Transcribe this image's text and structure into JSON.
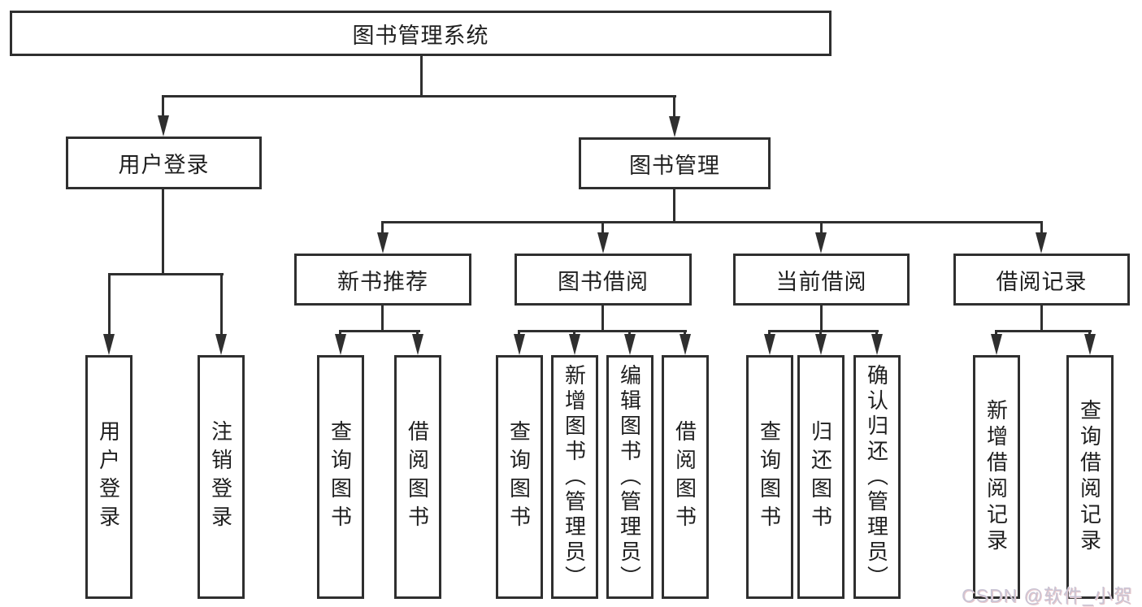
{
  "diagram": {
    "title": "图书管理系统",
    "branches": [
      {
        "label": "用户登录",
        "children": [
          {
            "label": "用户登录"
          },
          {
            "label": "注销登录"
          }
        ]
      },
      {
        "label": "图书管理",
        "children": [
          {
            "label": "新书推荐",
            "children": [
              {
                "label": "查询图书"
              },
              {
                "label": "借阅图书"
              }
            ]
          },
          {
            "label": "图书借阅",
            "children": [
              {
                "label": "查询图书"
              },
              {
                "label": "新增图书（管理员）"
              },
              {
                "label": "编辑图书（管理员）"
              },
              {
                "label": "借阅图书"
              }
            ]
          },
          {
            "label": "当前借阅",
            "children": [
              {
                "label": "查询图书"
              },
              {
                "label": "归还图书"
              },
              {
                "label": "确认归还（管理员）"
              }
            ]
          },
          {
            "label": "借阅记录",
            "children": [
              {
                "label": "新增借阅记录"
              },
              {
                "label": "查询借阅记录"
              }
            ]
          }
        ]
      }
    ]
  },
  "watermark": {
    "text": "CSDN @软件_小贺同学"
  },
  "colors": {
    "line": "#2f2f2f",
    "text": "#1f1f1f",
    "background": "#ffffff",
    "watermark": "#c9c4d4"
  }
}
